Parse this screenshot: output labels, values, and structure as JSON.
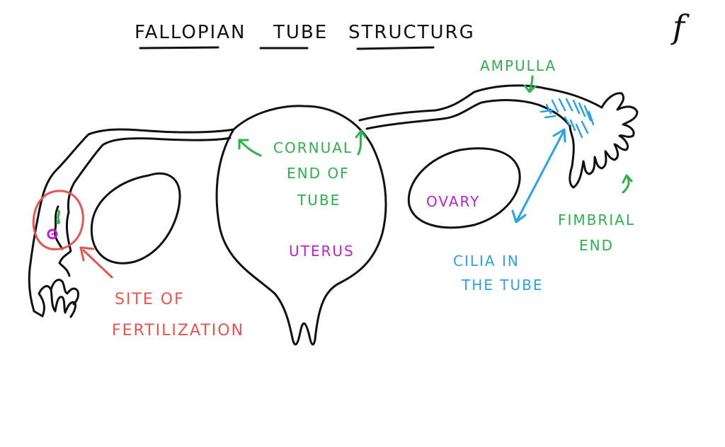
{
  "title": {
    "words": [
      "FALLOPIAN",
      "TUBE",
      "STRUCTURG"
    ]
  },
  "corner_mark": "f",
  "colors": {
    "ink": "#111111",
    "green": "#2bb34a",
    "purple": "#c21fd0",
    "blue": "#2aa3e6",
    "red": "#e8544f"
  },
  "labels": {
    "ampulla": "AMPULLA",
    "cornual_1": "CORNUAL",
    "cornual_2": "END OF",
    "cornual_3": "TUBE",
    "uterus": "UTERUS",
    "ovary": "OVARY",
    "fimbrial_1": "FIMBRIAL",
    "fimbrial_2": "END",
    "cilia_1": "CILIA IN",
    "cilia_2": "THE TUBE",
    "site_1": "SITE OF",
    "site_2": "FERTILIZATION"
  }
}
